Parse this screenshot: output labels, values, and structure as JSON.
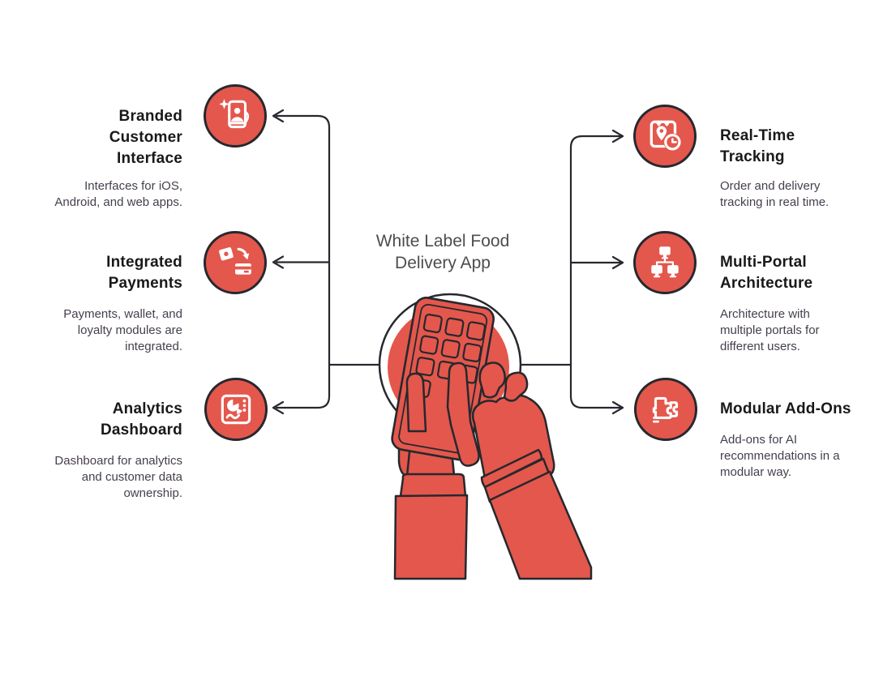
{
  "center": {
    "title": "White Label Food\nDelivery App",
    "illustration": "hands-tapping-smartphone-illustration"
  },
  "colors": {
    "accent": "#e4574c",
    "ink": "#26282e",
    "heading": "#191919",
    "body": "#463e4d",
    "title": "#4d4d4d",
    "background": "#ffffff"
  },
  "features": {
    "left": [
      {
        "id": "branded-customer-interface",
        "icon": "branded-phone-user-icon",
        "title": "Branded\nCustomer\nInterface",
        "description": "Interfaces for iOS,\nAndroid, and web apps."
      },
      {
        "id": "integrated-payments",
        "icon": "money-transfer-card-icon",
        "title": "Integrated\nPayments",
        "description": "Payments, wallet, and\nloyalty modules are\nintegrated."
      },
      {
        "id": "analytics-dashboard",
        "icon": "pie-chart-dashboard-icon",
        "title": "Analytics\nDashboard",
        "description": "Dashboard for analytics\nand customer data\nownership."
      }
    ],
    "right": [
      {
        "id": "real-time-tracking",
        "icon": "map-clock-tracking-icon",
        "title": "Real-Time\nTracking",
        "description": "Order and delivery\ntracking in real time."
      },
      {
        "id": "multi-portal-architecture",
        "icon": "networked-monitors-icon",
        "title": "Multi-Portal\nArchitecture",
        "description": "Architecture with\nmultiple portals for\ndifferent users."
      },
      {
        "id": "modular-add-ons",
        "icon": "puzzle-modules-icon",
        "title": "Modular Add-Ons",
        "description": "Add-ons for AI\nrecommendations in a\nmodular way."
      }
    ]
  }
}
